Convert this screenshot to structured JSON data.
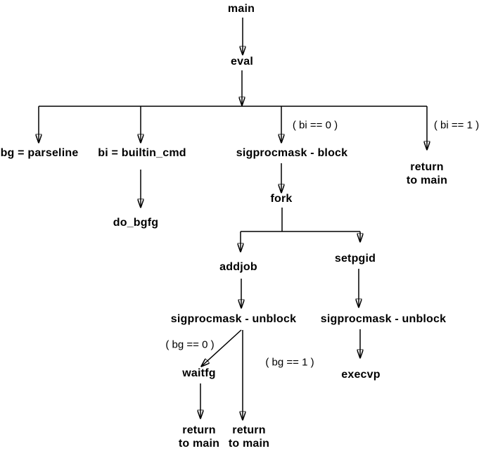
{
  "diagram": {
    "nodes": {
      "main": "main",
      "eval": "eval",
      "bg_parseline": "bg = parseline",
      "bi_builtin_cmd": "bi = builtin_cmd",
      "sigprocmask_block": "sigprocmask - block",
      "do_bgfg": "do_bgfg",
      "fork": "fork",
      "addjob": "addjob",
      "setpgid": "setpgid",
      "sigprocmask_unblock_left": "sigprocmask - unblock",
      "sigprocmask_unblock_right": "sigprocmask - unblock",
      "waitfg": "waitfg",
      "execvp": "execvp",
      "return_to_main": {
        "line1": "return",
        "line2": "to main"
      }
    },
    "conditions": {
      "bi_eq_0": "( bi == 0 )",
      "bi_eq_1": "( bi == 1 )",
      "bg_eq_0": "( bg == 0 )",
      "bg_eq_1": "( bg == 1 )"
    },
    "edges": [
      {
        "from": "main",
        "to": "eval"
      },
      {
        "from": "eval",
        "to": "bg_parseline"
      },
      {
        "from": "eval",
        "to": "bi_builtin_cmd"
      },
      {
        "from": "eval",
        "to": "sigprocmask_block",
        "condition": "( bi == 0 )"
      },
      {
        "from": "eval",
        "to": "return_to_main",
        "condition": "( bi == 1 )"
      },
      {
        "from": "bi_builtin_cmd",
        "to": "do_bgfg"
      },
      {
        "from": "sigprocmask_block",
        "to": "fork"
      },
      {
        "from": "fork",
        "to": "addjob"
      },
      {
        "from": "fork",
        "to": "setpgid"
      },
      {
        "from": "addjob",
        "to": "sigprocmask_unblock_left"
      },
      {
        "from": "setpgid",
        "to": "sigprocmask_unblock_right"
      },
      {
        "from": "sigprocmask_unblock_left",
        "to": "waitfg",
        "condition": "( bg == 0 )"
      },
      {
        "from": "sigprocmask_unblock_left",
        "to": "return_to_main",
        "condition": "( bg == 1 )"
      },
      {
        "from": "waitfg",
        "to": "return_to_main"
      },
      {
        "from": "sigprocmask_unblock_right",
        "to": "execvp"
      }
    ],
    "colors": {
      "line": "#000000",
      "text": "#000000",
      "background": "#ffffff"
    }
  }
}
